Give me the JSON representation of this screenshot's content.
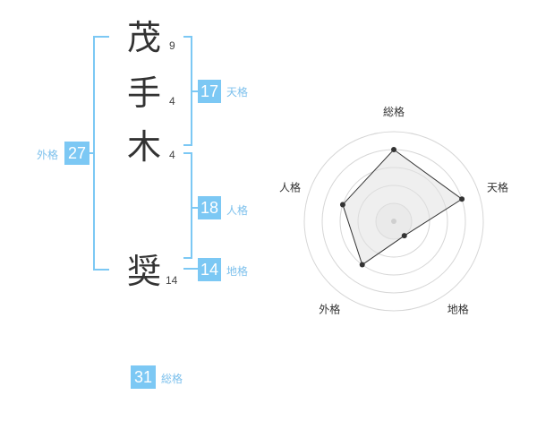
{
  "name_chars": [
    {
      "char": "茂",
      "strokes": "9"
    },
    {
      "char": "手",
      "strokes": "4"
    },
    {
      "char": "木",
      "strokes": "4"
    },
    {
      "char": "奨",
      "strokes": "14"
    }
  ],
  "fortunes": {
    "tenkaku": {
      "value": "17",
      "label": "天格"
    },
    "jinkaku": {
      "value": "18",
      "label": "人格"
    },
    "chikaku": {
      "value": "14",
      "label": "地格"
    },
    "gaikaku": {
      "value": "27",
      "label": "外格"
    },
    "soukaku": {
      "value": "31",
      "label": "総格"
    }
  },
  "colors": {
    "accent": "#7cc8f4",
    "text": "#333333",
    "grid": "#d6d6d6",
    "fill": "#efefef"
  },
  "chart_data": {
    "type": "radar",
    "axes": [
      "総格",
      "天格",
      "地格",
      "外格",
      "人格"
    ],
    "values": [
      4,
      4,
      1,
      3,
      3
    ],
    "rmax": 5,
    "grid_rings": 5
  }
}
